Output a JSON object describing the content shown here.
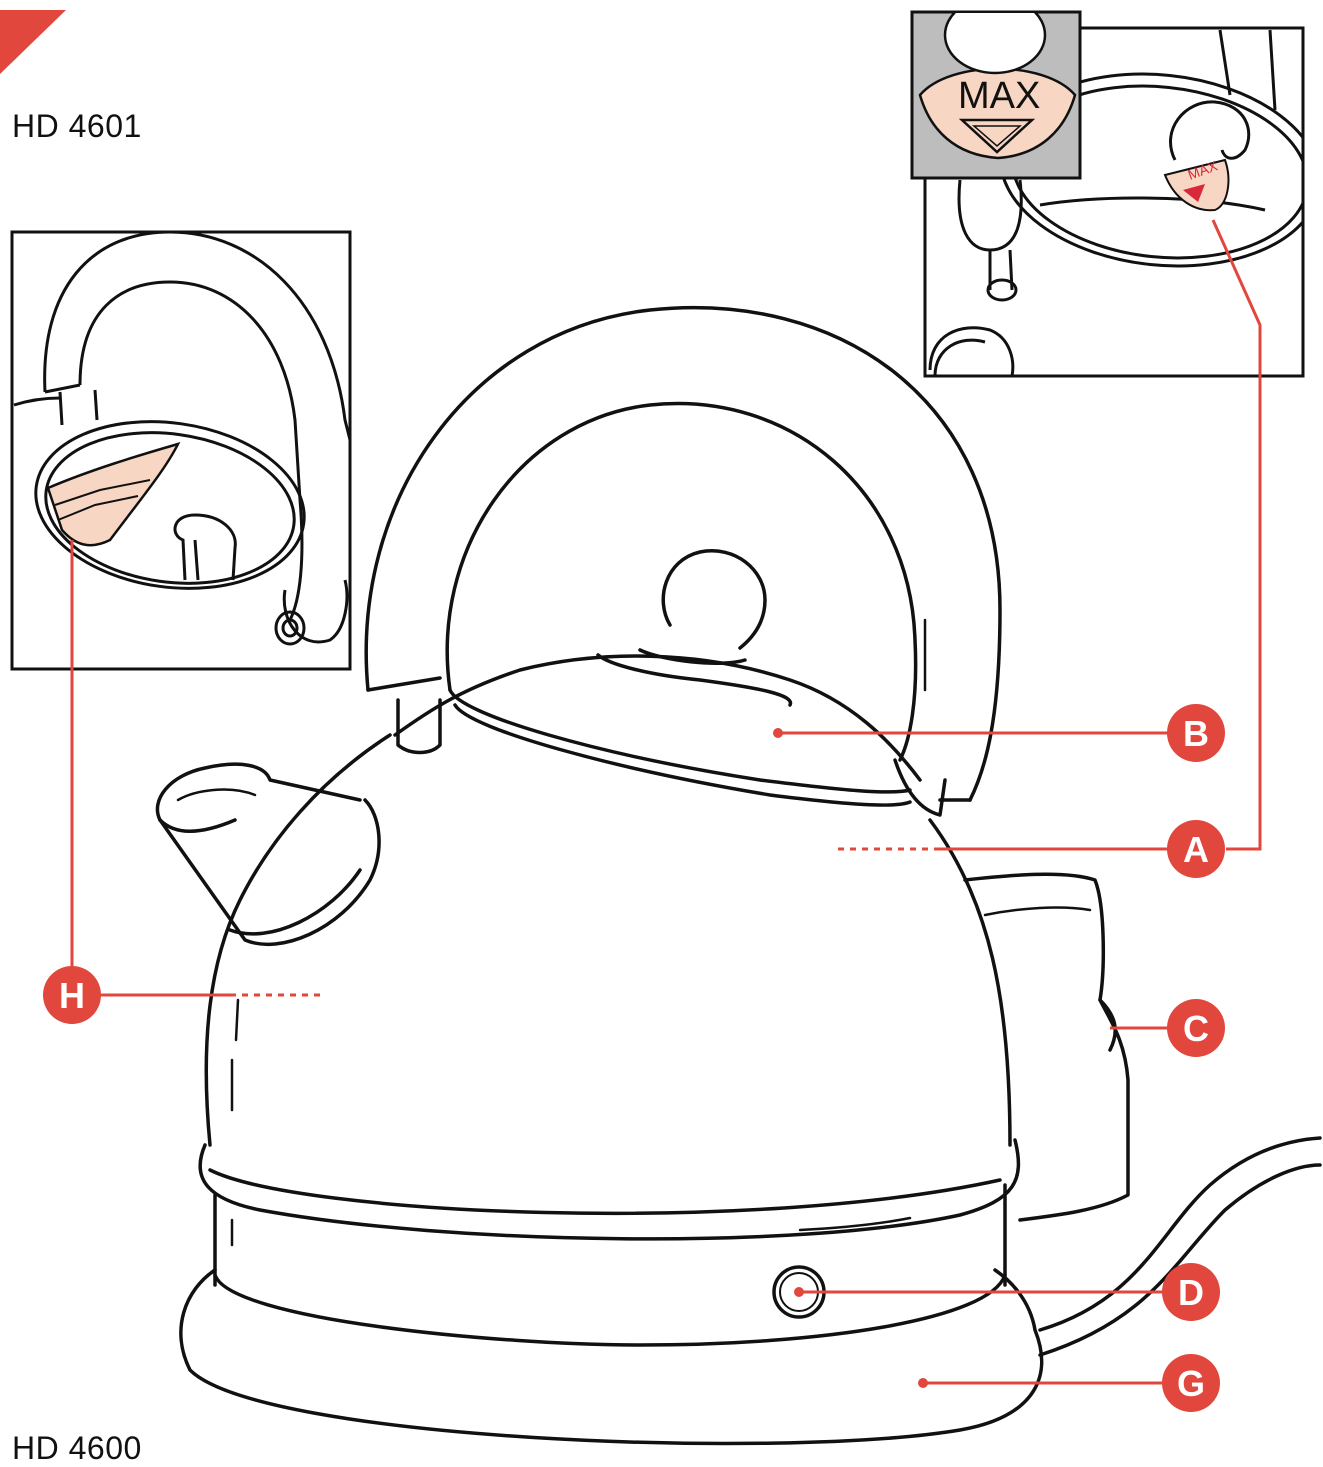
{
  "models": {
    "top": "HD 4601",
    "bottom": "HD 4600"
  },
  "inset_label": "MAX",
  "small_label": "MAX",
  "callouts": [
    "A",
    "B",
    "C",
    "D",
    "G",
    "H"
  ],
  "colors": {
    "accent": "#e1473d",
    "highlight": "#f7d7c4",
    "line": "#111111",
    "inset_bg": "#bdbdbd"
  }
}
